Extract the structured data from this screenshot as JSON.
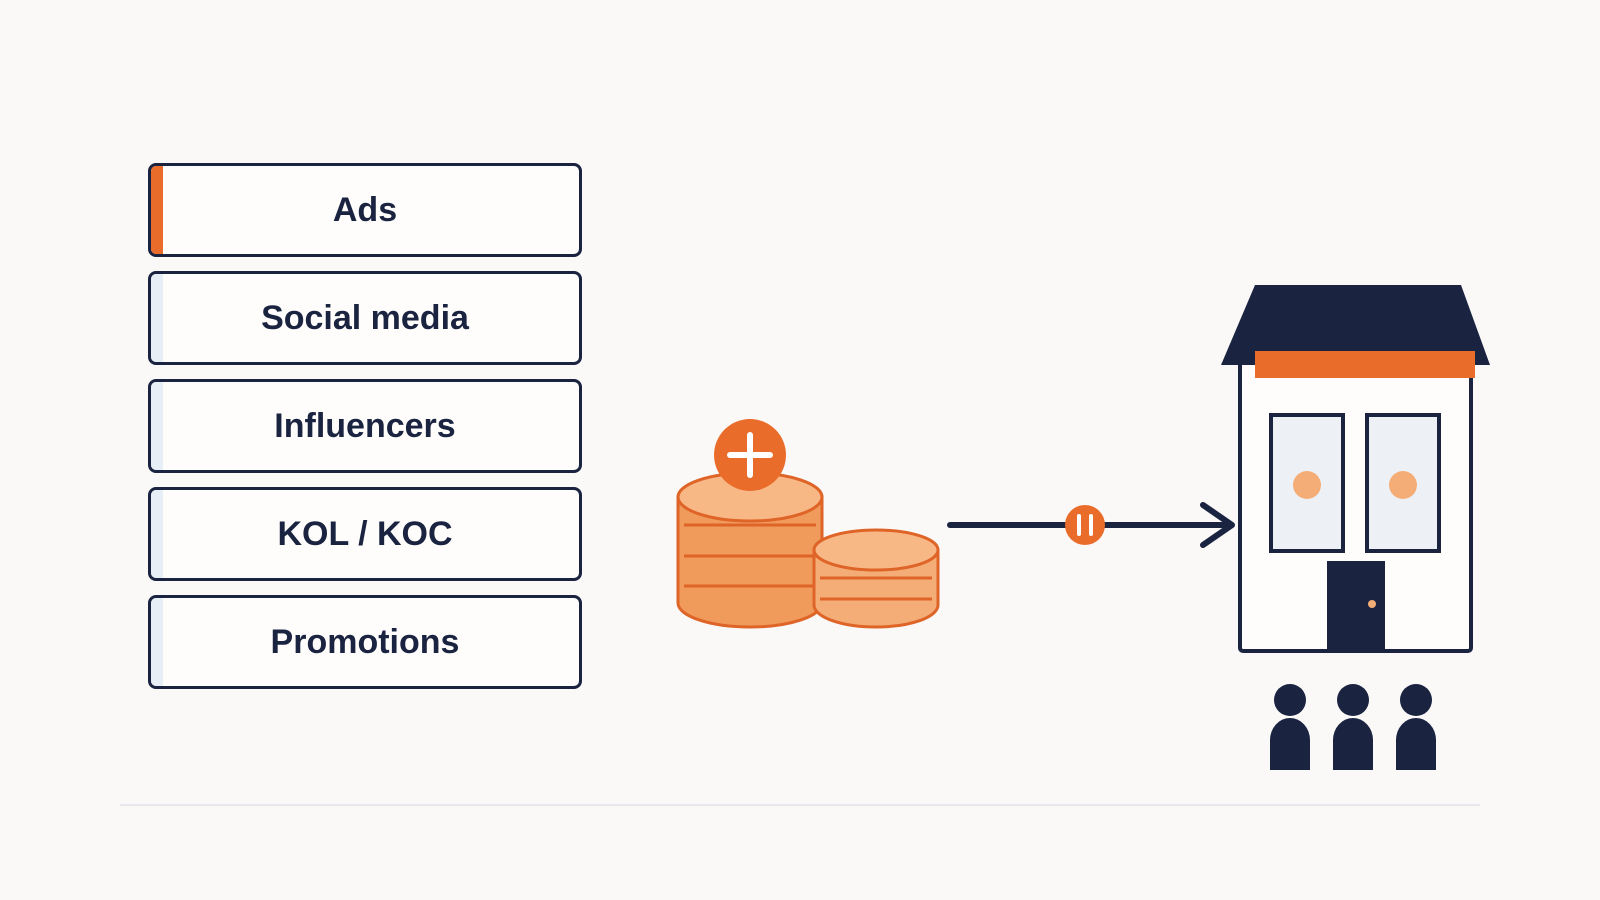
{
  "channels": [
    {
      "label": "Ads",
      "active": true
    },
    {
      "label": "Social media",
      "active": false
    },
    {
      "label": "Influencers",
      "active": false
    },
    {
      "label": "KOL / KOC",
      "active": false
    },
    {
      "label": "Promotions",
      "active": false
    }
  ],
  "icons": {
    "coins": "coins-stack-icon",
    "plus": "plus-icon",
    "flow_arrow": "arrow-right-icon",
    "pause": "pause-icon",
    "store": "store-building-icon",
    "people": "customer-group-icon"
  },
  "colors": {
    "navy": "#1a2340",
    "orange": "#ea6c2a",
    "coin_fill": "#f09a5c",
    "coin_light": "#f8b886",
    "window_fill": "#edf0f4",
    "background": "#faf9f8"
  }
}
